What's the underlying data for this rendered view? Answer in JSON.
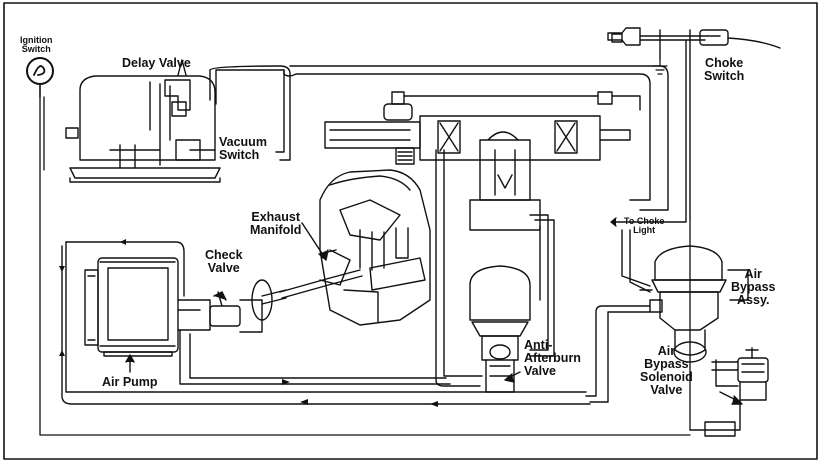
{
  "labels": {
    "ignition_switch": [
      "Ignition",
      "Switch"
    ],
    "delay_valve": "Delay Valve",
    "vacuum_switch": [
      "Vacuum",
      "Switch"
    ],
    "choke_switch": [
      "Choke",
      "Switch"
    ],
    "exhaust_manifold": [
      "Exhaust",
      "Manifold"
    ],
    "check_valve": [
      "Check",
      "Valve"
    ],
    "to_choke_light": [
      "To Choke",
      "Light"
    ],
    "air_bypass_assy": [
      "Air",
      "Bypass",
      "Assy."
    ],
    "air_pump": "Air Pump",
    "anti_afterburn_valve": [
      "Anti-",
      "Afterburn",
      "Valve"
    ],
    "air_bypass_solenoid_valve": [
      "Air",
      "Bypass",
      "Solenoid",
      "Valve"
    ]
  },
  "icons": {
    "ignition_switch": "key-switch-icon",
    "ground": "ground-symbol-icon",
    "flow_arrow": "arrow-icon"
  },
  "colors": {
    "line": "#111111",
    "background": "#ffffff"
  }
}
